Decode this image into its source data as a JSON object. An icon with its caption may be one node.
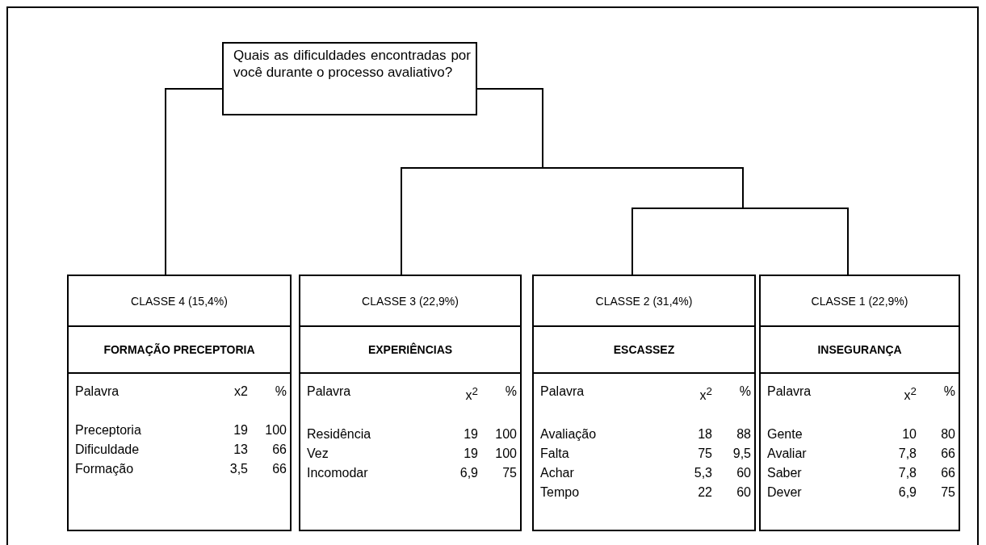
{
  "diagram": {
    "nodes": [
      {
        "text": [
          "Quais as dificuldades encontradas por você durante o processo avaliativo?"
        ]
      },
      {
        "text": [
          "CLASSE 4 (15,4%)",
          "FORMAÇÃO PRECEPTORIA",
          "Palavra",
          "x2",
          "%",
          "Preceptoria",
          "19",
          "100",
          "Dificuldade",
          "13",
          "66",
          "Formação",
          "3,5",
          "66"
        ]
      },
      {
        "text": [
          "CLASSE 3 (22,9%)",
          "EXPERIÊNCIAS",
          "Palavra",
          "x$^{2}$",
          "%",
          "Residência",
          "19",
          "100",
          "Vez",
          "19",
          "100",
          "Incomodar",
          "6,9",
          "75"
        ]
      },
      {
        "text": [
          "CLASSE 2 (31,4%)",
          "ESCASSEZ",
          "Palavra",
          "x$^{2}$",
          "%",
          "Avaliação",
          "18",
          "88",
          "Falta",
          "75",
          "9,5",
          "Achar",
          "5,3",
          "60",
          "Tempo",
          "22",
          "60"
        ]
      },
      {
        "text": [
          "CLASSE 1 (22,9%)",
          "INSEGURANÇA",
          "Palavra",
          "x$^{2}$",
          "%",
          "Gente",
          "10",
          "80",
          "Avaliar",
          "7,8",
          "66",
          "Saber",
          "7,8",
          "66",
          "Dever",
          "6,9",
          "75"
        ]
      }
    ],
    "edges": [
      {
        "from": 0,
        "to": 1,
        "arrow": "none"
      },
      {
        "from": 0,
        "to": 2,
        "arrow": "none"
      },
      {
        "from": 0,
        "to": 3,
        "arrow": "none"
      },
      {
        "from": 0,
        "to": 4,
        "arrow": "none"
      }
    ]
  }
}
